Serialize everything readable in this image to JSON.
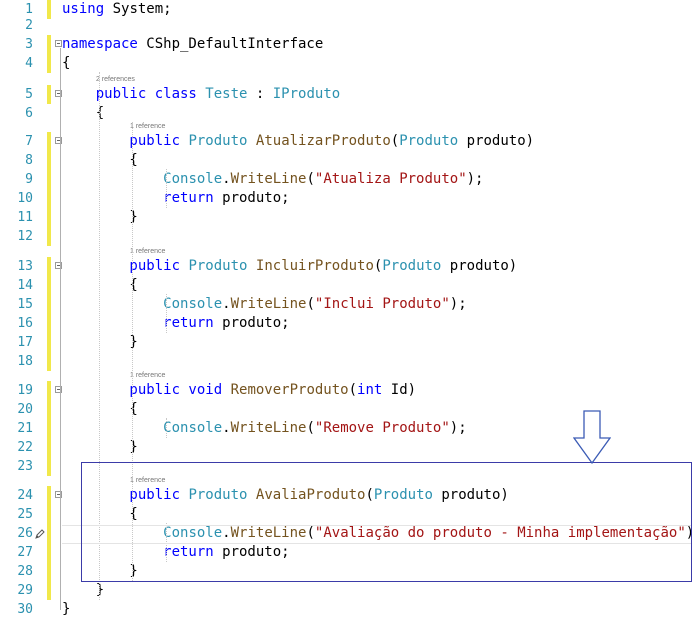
{
  "editor": {
    "lines": [
      {
        "num": "1",
        "tokens": [
          {
            "t": "using",
            "c": "kw"
          },
          {
            "t": " System;",
            "c": "pl"
          }
        ]
      },
      {
        "num": "2",
        "tokens": []
      },
      {
        "num": "3",
        "tokens": [
          {
            "t": "namespace",
            "c": "kw"
          },
          {
            "t": " CShp_DefaultInterface",
            "c": "pl"
          }
        ]
      },
      {
        "num": "4",
        "tokens": [
          {
            "t": "{",
            "c": "pl"
          }
        ]
      },
      {
        "num": "5",
        "tokens": [
          {
            "t": "    public class",
            "c": "kw"
          },
          {
            "t": " ",
            "c": "pl"
          },
          {
            "t": "Teste",
            "c": "ty"
          },
          {
            "t": " : ",
            "c": "pl"
          },
          {
            "t": "IProduto",
            "c": "ty"
          }
        ]
      },
      {
        "num": "6",
        "tokens": [
          {
            "t": "    {",
            "c": "pl"
          }
        ]
      },
      {
        "num": "7",
        "tokens": [
          {
            "t": "        public",
            "c": "kw"
          },
          {
            "t": " ",
            "c": "pl"
          },
          {
            "t": "Produto",
            "c": "ty"
          },
          {
            "t": " ",
            "c": "pl"
          },
          {
            "t": "AtualizarProduto",
            "c": "fn"
          },
          {
            "t": "(",
            "c": "pl"
          },
          {
            "t": "Produto",
            "c": "ty"
          },
          {
            "t": " produto)",
            "c": "pl"
          }
        ]
      },
      {
        "num": "8",
        "tokens": [
          {
            "t": "        {",
            "c": "pl"
          }
        ]
      },
      {
        "num": "9",
        "tokens": [
          {
            "t": "            ",
            "c": "pl"
          },
          {
            "t": "Console",
            "c": "ty"
          },
          {
            "t": ".",
            "c": "pl"
          },
          {
            "t": "WriteLine",
            "c": "fn"
          },
          {
            "t": "(",
            "c": "pl"
          },
          {
            "t": "\"Atualiza Produto\"",
            "c": "st"
          },
          {
            "t": ");",
            "c": "pl"
          }
        ]
      },
      {
        "num": "10",
        "tokens": [
          {
            "t": "            return",
            "c": "kw"
          },
          {
            "t": " produto;",
            "c": "pl"
          }
        ]
      },
      {
        "num": "11",
        "tokens": [
          {
            "t": "        }",
            "c": "pl"
          }
        ]
      },
      {
        "num": "12",
        "tokens": []
      },
      {
        "num": "13",
        "tokens": [
          {
            "t": "        public",
            "c": "kw"
          },
          {
            "t": " ",
            "c": "pl"
          },
          {
            "t": "Produto",
            "c": "ty"
          },
          {
            "t": " ",
            "c": "pl"
          },
          {
            "t": "IncluirProduto",
            "c": "fn"
          },
          {
            "t": "(",
            "c": "pl"
          },
          {
            "t": "Produto",
            "c": "ty"
          },
          {
            "t": " produto)",
            "c": "pl"
          }
        ]
      },
      {
        "num": "14",
        "tokens": [
          {
            "t": "        {",
            "c": "pl"
          }
        ]
      },
      {
        "num": "15",
        "tokens": [
          {
            "t": "            ",
            "c": "pl"
          },
          {
            "t": "Console",
            "c": "ty"
          },
          {
            "t": ".",
            "c": "pl"
          },
          {
            "t": "WriteLine",
            "c": "fn"
          },
          {
            "t": "(",
            "c": "pl"
          },
          {
            "t": "\"Inclui Produto\"",
            "c": "st"
          },
          {
            "t": ");",
            "c": "pl"
          }
        ]
      },
      {
        "num": "16",
        "tokens": [
          {
            "t": "            return",
            "c": "kw"
          },
          {
            "t": " produto;",
            "c": "pl"
          }
        ]
      },
      {
        "num": "17",
        "tokens": [
          {
            "t": "        }",
            "c": "pl"
          }
        ]
      },
      {
        "num": "18",
        "tokens": []
      },
      {
        "num": "19",
        "tokens": [
          {
            "t": "        public void",
            "c": "kw"
          },
          {
            "t": " ",
            "c": "pl"
          },
          {
            "t": "RemoverProduto",
            "c": "fn"
          },
          {
            "t": "(",
            "c": "pl"
          },
          {
            "t": "int",
            "c": "kw"
          },
          {
            "t": " Id)",
            "c": "pl"
          }
        ]
      },
      {
        "num": "20",
        "tokens": [
          {
            "t": "        {",
            "c": "pl"
          }
        ]
      },
      {
        "num": "21",
        "tokens": [
          {
            "t": "            ",
            "c": "pl"
          },
          {
            "t": "Console",
            "c": "ty"
          },
          {
            "t": ".",
            "c": "pl"
          },
          {
            "t": "WriteLine",
            "c": "fn"
          },
          {
            "t": "(",
            "c": "pl"
          },
          {
            "t": "\"Remove Produto\"",
            "c": "st"
          },
          {
            "t": ");",
            "c": "pl"
          }
        ]
      },
      {
        "num": "22",
        "tokens": [
          {
            "t": "        }",
            "c": "pl"
          }
        ]
      },
      {
        "num": "23",
        "tokens": []
      },
      {
        "num": "24",
        "tokens": [
          {
            "t": "        public",
            "c": "kw"
          },
          {
            "t": " ",
            "c": "pl"
          },
          {
            "t": "Produto",
            "c": "ty"
          },
          {
            "t": " ",
            "c": "pl"
          },
          {
            "t": "AvaliaProduto",
            "c": "fn"
          },
          {
            "t": "(",
            "c": "pl"
          },
          {
            "t": "Produto",
            "c": "ty"
          },
          {
            "t": " produto)",
            "c": "pl"
          }
        ]
      },
      {
        "num": "25",
        "tokens": [
          {
            "t": "        {",
            "c": "pl"
          }
        ]
      },
      {
        "num": "26",
        "tokens": [
          {
            "t": "            ",
            "c": "pl"
          },
          {
            "t": "Console",
            "c": "ty"
          },
          {
            "t": ".",
            "c": "pl"
          },
          {
            "t": "WriteLine",
            "c": "fn"
          },
          {
            "t": "(",
            "c": "pl"
          },
          {
            "t": "\"Avaliação do produto - Minha implementação\"",
            "c": "st"
          },
          {
            "t": ");",
            "c": "pl"
          }
        ]
      },
      {
        "num": "27",
        "tokens": [
          {
            "t": "            return",
            "c": "kw"
          },
          {
            "t": " produto;",
            "c": "pl"
          }
        ]
      },
      {
        "num": "28",
        "tokens": [
          {
            "t": "        }",
            "c": "pl"
          }
        ]
      },
      {
        "num": "29",
        "tokens": [
          {
            "t": "    }",
            "c": "pl"
          }
        ]
      },
      {
        "num": "30",
        "tokens": [
          {
            "t": "}",
            "c": "pl"
          }
        ]
      }
    ],
    "codelens": [
      {
        "text": "2 references",
        "before_line": 5,
        "indent": 1
      },
      {
        "text": "1 reference",
        "before_line": 7,
        "indent": 2
      },
      {
        "text": "1 reference",
        "before_line": 13,
        "indent": 2
      },
      {
        "text": "1 reference",
        "before_line": 19,
        "indent": 2
      },
      {
        "text": "1 reference",
        "before_line": 24,
        "indent": 2
      }
    ],
    "changed_lines": [
      1,
      3,
      4,
      5,
      7,
      8,
      9,
      10,
      11,
      12,
      13,
      14,
      15,
      16,
      17,
      18,
      19,
      20,
      21,
      22,
      23,
      24,
      25,
      26,
      27,
      28,
      29
    ],
    "fold_lines": [
      3,
      5,
      7,
      13,
      19,
      24
    ],
    "edited_line": 26
  },
  "icons": {
    "edit_marker": "pencil-icon",
    "callout": "down-arrow-icon"
  },
  "colors": {
    "keyword": "#0000ff",
    "type": "#2b91af",
    "method": "#74531f",
    "string": "#a31515",
    "line_number": "#2b91af",
    "change_bar": "#f1e84a",
    "highlight_box": "#3b3ba8"
  }
}
